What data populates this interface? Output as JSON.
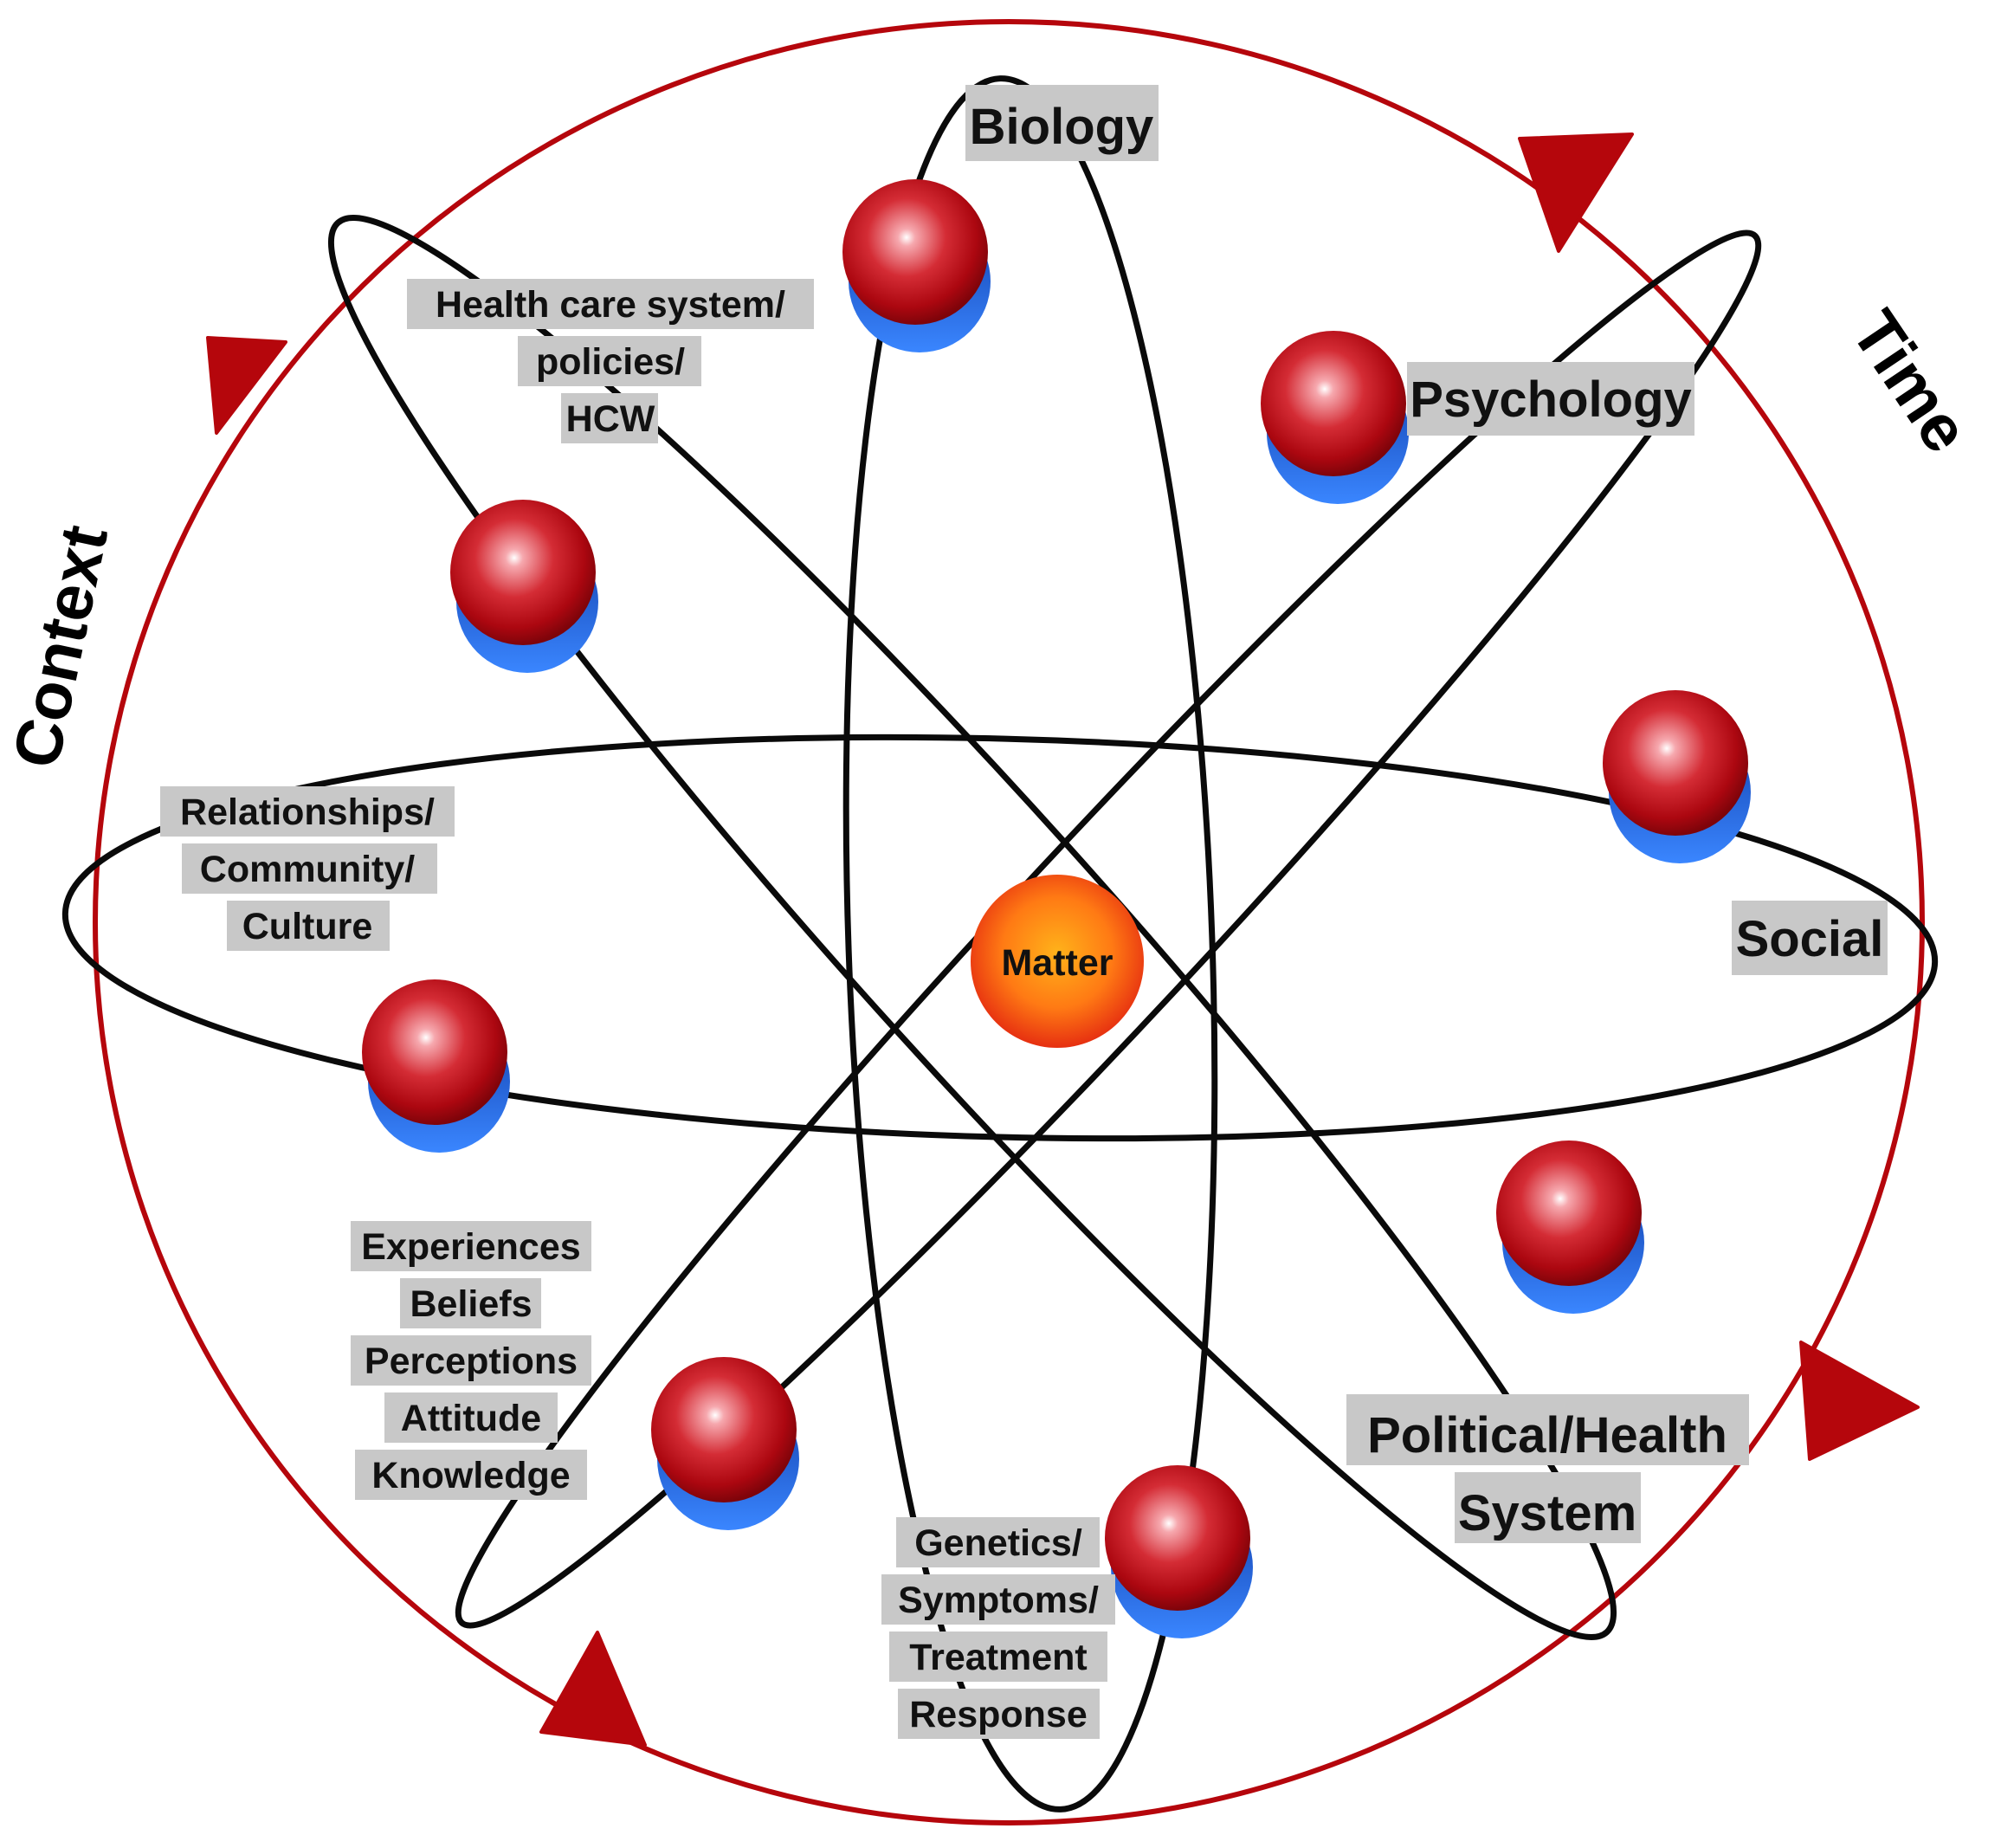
{
  "outer_labels": {
    "left": "Context",
    "right": "Time"
  },
  "nucleus": {
    "label": "Matter"
  },
  "labels": {
    "biology": [
      "Biology"
    ],
    "psychology": [
      "Psychology"
    ],
    "social": [
      "Social"
    ],
    "political": [
      "Political/Health",
      "System"
    ],
    "genetics": [
      "Genetics/",
      "Symptoms/",
      "Treatment",
      "Response"
    ],
    "experiences": [
      "Experiences",
      "Beliefs",
      "Perceptions",
      "Attitude",
      "Knowledge"
    ],
    "relationships": [
      "Relationships/",
      "Community/",
      "Culture"
    ],
    "healthcare": [
      "Health care system/",
      "policies/",
      "HCW"
    ]
  },
  "colors": {
    "ring": "#b5060c",
    "orbit": "#0a0a0a",
    "electron_red": "#b0070f",
    "electron_blue": "#1d62e8",
    "nucleus_outer": "#ef2a10",
    "nucleus_inner": "#ffb21a",
    "label_bg": "#c8c8c8"
  }
}
